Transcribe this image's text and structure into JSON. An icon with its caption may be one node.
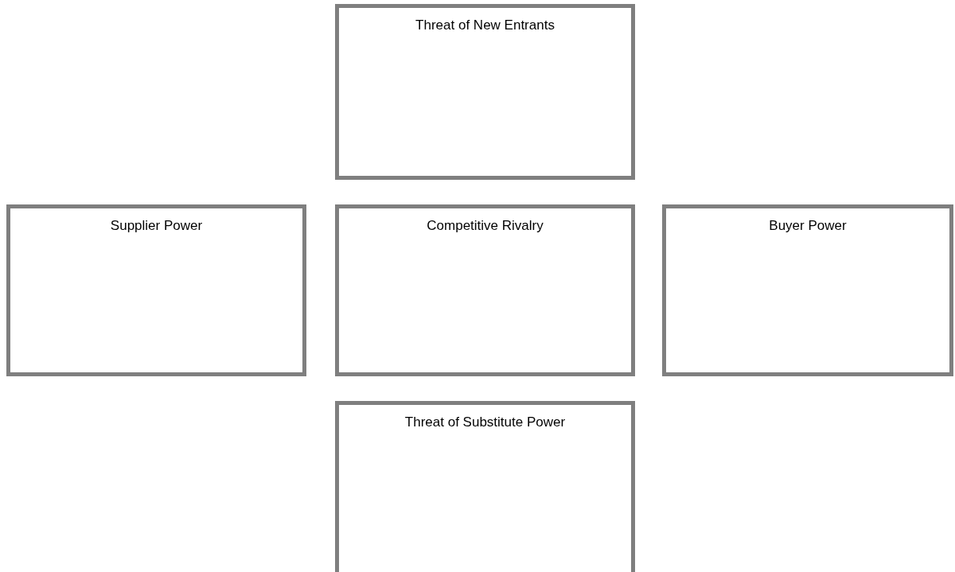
{
  "diagram": {
    "nodes": [
      {
        "text": [
          "Threat of New Entrants"
        ]
      },
      {
        "text": [
          "Supplier Power"
        ]
      },
      {
        "text": [
          "Competitive Rivalry"
        ]
      },
      {
        "text": [
          "Buyer Power"
        ]
      },
      {
        "text": [
          "Threat of Substitute Power"
        ]
      }
    ]
  }
}
